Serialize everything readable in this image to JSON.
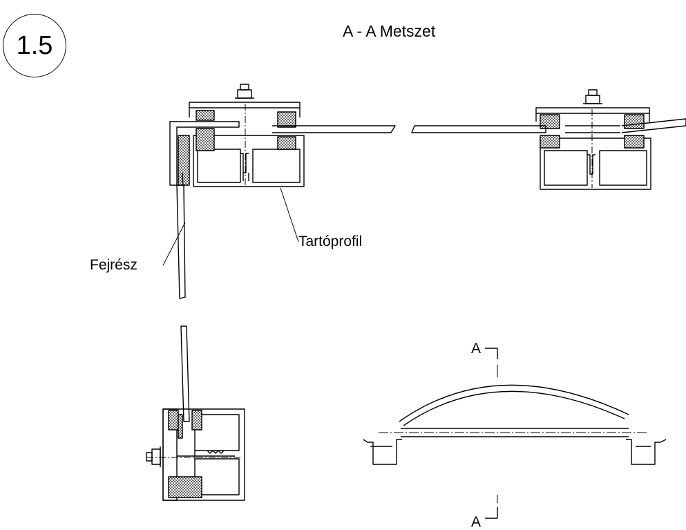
{
  "detail_number": "1.5",
  "section_title": "A - A Metszet",
  "labels": {
    "head_part": "Fejrész",
    "support_profile": "Tartóprofil",
    "cut_mark_top": "A",
    "cut_mark_bottom": "A"
  }
}
